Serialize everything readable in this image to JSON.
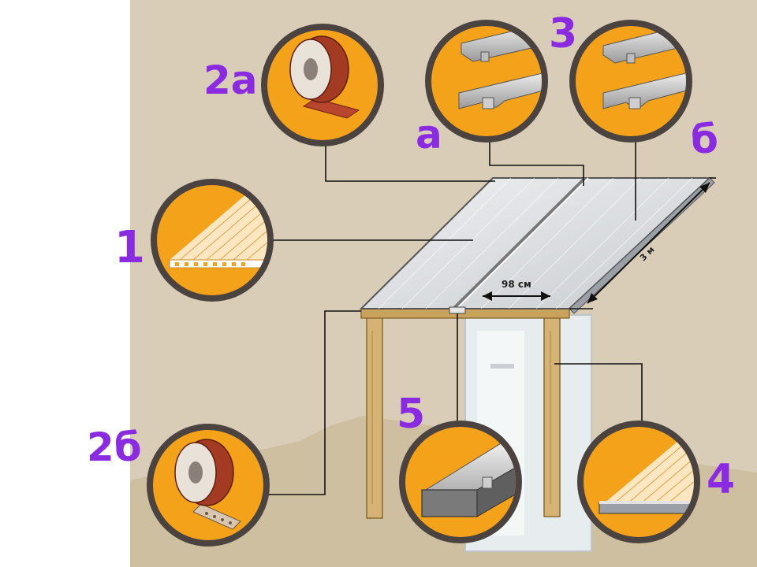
{
  "labels": {
    "l1": "1",
    "l2a": "2а",
    "l2b": "2б",
    "l3": "3",
    "l3a": "а",
    "l3b": "б",
    "l4": "4",
    "l5": "5"
  },
  "dimensions": {
    "width": "98 см",
    "length": "3 м"
  },
  "colors": {
    "callout_label": "#8a2be2",
    "callout_disc": "#f5a21b",
    "callout_ring": "#4a4340",
    "wall": "#d9cdb8",
    "post_wood": "#d4b374"
  },
  "icons": {
    "c1": "polycarbonate-sheet-icon",
    "c2a": "sealing-tape-roll-icon",
    "c2b": "perforated-tape-roll-icon",
    "c3a": "connecting-profile-split-icon",
    "c3b": "connecting-profile-one-piece-icon",
    "c4": "end-profile-sheet-icon",
    "c5": "profile-on-beam-icon"
  }
}
